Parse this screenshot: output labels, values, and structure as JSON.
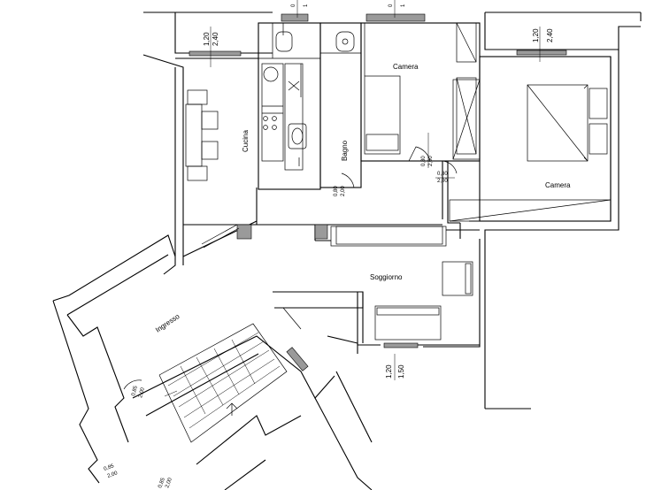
{
  "rooms": {
    "cucina": "Cucina",
    "bagno": "Bagno",
    "camera_small": "Camera",
    "camera_large": "Camera",
    "soggiorno": "Soggiorno",
    "ingresso": "Ingresso"
  },
  "dimensions": {
    "win_left_w": "1,20",
    "win_left_h": "2,40",
    "win_right_w": "1,20",
    "win_right_h": "2,40",
    "win_soggiorno_w": "1,20",
    "win_soggiorno_h": "1,50",
    "door_bagno_w": "0,80",
    "door_bagno_h": "2,00",
    "door_camera_w": "0,80",
    "door_camera_h": "2,00",
    "door_camera2_w": "0,80",
    "door_camera2_h": "2,00",
    "door_ingresso_w": "0,85",
    "door_ingresso_h": "2,00",
    "door_stair_w": "0,85",
    "door_stair_h": "2,00",
    "door_bottom_w": "0,85",
    "door_bottom_h": "2,00",
    "top_win_a_w": "0",
    "top_win_a_h": "1",
    "top_win_b_w": "0",
    "top_win_b_h": "1"
  }
}
